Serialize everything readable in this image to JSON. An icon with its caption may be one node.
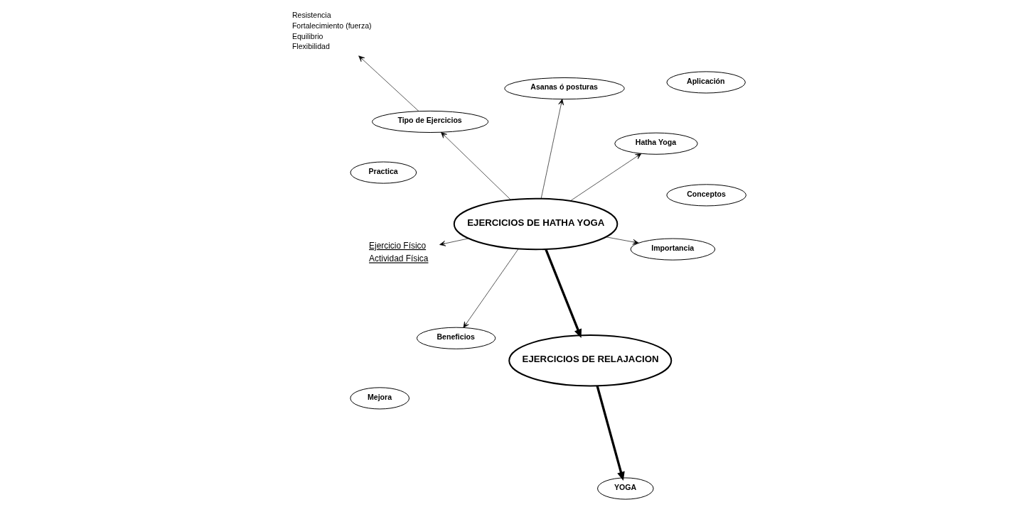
{
  "diagram": {
    "nodes": [
      {
        "text": [
          "Conceptos"
        ]
      },
      {
        "text": [
          "Ejercicio Físico",
          "Actividad Física"
        ]
      },
      {
        "text": [
          "Aplicación"
        ]
      },
      {
        "text": [
          "Mejora"
        ]
      },
      {
        "text": [
          "Practica"
        ]
      },
      {
        "text": [
          "Importancia"
        ]
      },
      {
        "text": [
          "Tipo de Ejercicios"
        ]
      },
      {
        "text": [
          "Resistencia",
          "Fortalecimiento (fuerza)",
          "Equilibrio",
          "Flexibilidad"
        ]
      },
      {
        "text": [
          "Hatha Yoga"
        ]
      },
      {
        "text": [
          "Asanas ó posturas"
        ]
      },
      {
        "text": [
          "Beneficios"
        ]
      },
      {
        "text": [
          "EJERCICIOS DE HATHA YOGA"
        ]
      },
      {
        "text": [
          "YOGA"
        ]
      },
      {
        "text": [
          "EJERCICIOS DE RELAJACION"
        ]
      }
    ],
    "edges": [
      {
        "from": 11,
        "to": 1,
        "arrow": "to"
      },
      {
        "from": 11,
        "to": 5,
        "arrow": "to"
      },
      {
        "from": 11,
        "to": 6,
        "arrow": "to"
      },
      {
        "from": 6,
        "to": 7,
        "arrow": "to"
      },
      {
        "from": 11,
        "to": 8,
        "arrow": "to"
      },
      {
        "from": 11,
        "to": 9,
        "arrow": "to"
      },
      {
        "from": 11,
        "to": 10,
        "arrow": "to"
      },
      {
        "from": 11,
        "to": 13,
        "arrow": "to",
        "style": "thick"
      },
      {
        "from": 13,
        "to": 12,
        "arrow": "to",
        "style": "thick"
      }
    ]
  }
}
